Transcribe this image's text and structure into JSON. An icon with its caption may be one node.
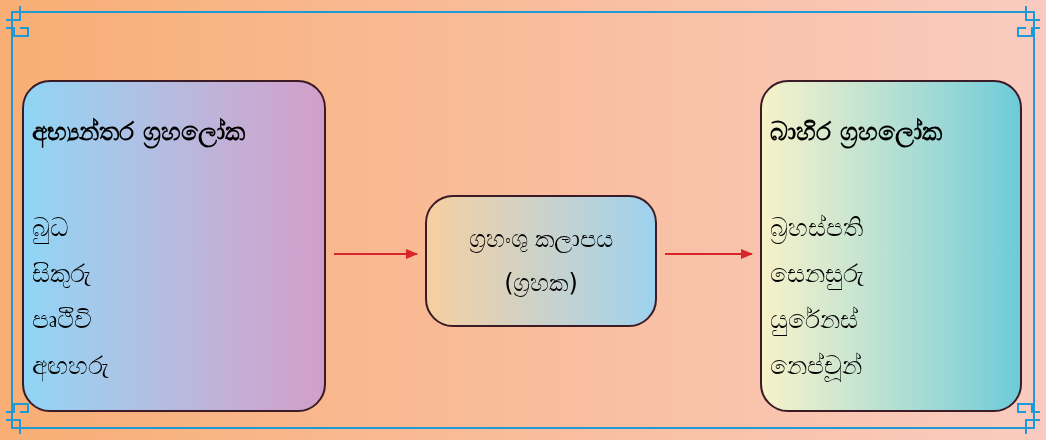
{
  "diagram": {
    "nodes": [
      {
        "text": [
          "අභ්‍යන්තර ග්‍රහලෝක",
          "බුධ",
          "සිකුරු",
          "පෘථිවි",
          "අඟහරු"
        ]
      },
      {
        "text": [
          "ග්‍රහංශු කලාපය (ග්‍රහක)"
        ]
      },
      {
        "text": [
          "බාහිර ග්‍රහලෝක",
          "බ්‍රහස්පති",
          "සෙනසුරු",
          "යුරේනස්",
          "නෙප්චූන්"
        ]
      }
    ],
    "edges": [
      {
        "from": 0,
        "to": 1,
        "arrow": "to"
      },
      {
        "from": 1,
        "to": 2,
        "arrow": "to"
      }
    ]
  }
}
